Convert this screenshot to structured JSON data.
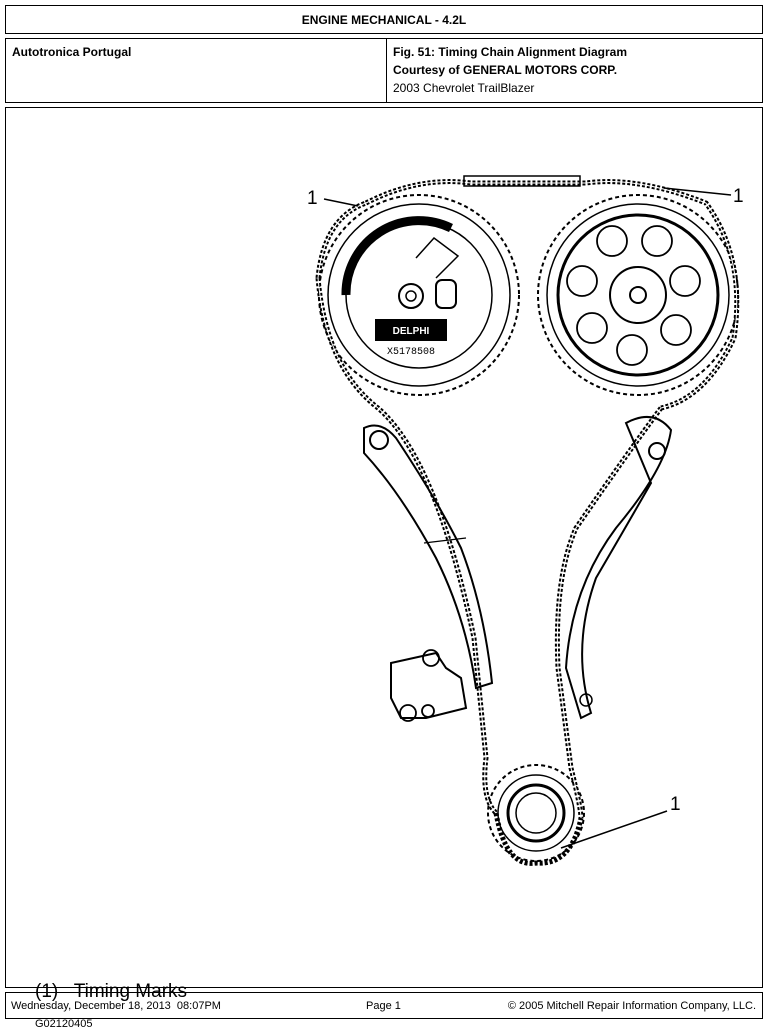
{
  "header": {
    "title": "ENGINE MECHANICAL - 4.2L"
  },
  "info": {
    "company": "Autotronica Portugal",
    "figure_title": "Fig. 51: Timing Chain Alignment Diagram",
    "courtesy": "Courtesy of GENERAL MOTORS CORP.",
    "vehicle": "2003 Chevrolet TrailBlazer"
  },
  "figure": {
    "callout": "1",
    "sprocket_brand": "DELPHI",
    "sprocket_part": "X5178508",
    "caption": "(1)   Timing Marks",
    "figure_id": "G02120405"
  },
  "footer": {
    "date": "Wednesday, December 18, 2013  08:07PM",
    "page": "Page 1",
    "copyright": "© 2005 Mitchell Repair Information Company, LLC."
  }
}
